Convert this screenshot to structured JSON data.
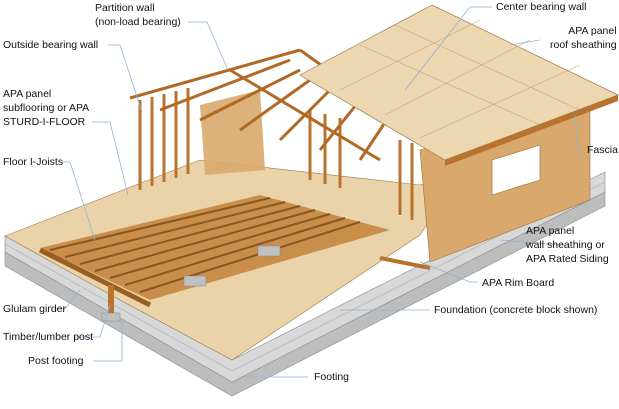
{
  "labels": {
    "partition_wall": [
      "Partition wall",
      "(non-load bearing)"
    ],
    "center_bearing_wall": "Center bearing wall",
    "roof_sheathing": [
      "APA panel",
      "roof sheathing"
    ],
    "outside_bearing_wall": "Outside bearing wall",
    "subflooring": [
      "APA panel",
      "subflooring or APA",
      "STURD-I-FLOOR"
    ],
    "fascia": "Fascia",
    "floor_ijoists": "Floor I-Joists",
    "wall_sheathing": [
      "APA panel",
      "wall sheathing or",
      "APA Rated Siding"
    ],
    "rim_board": "APA Rim Board",
    "foundation": "Foundation (concrete block shown)",
    "glulam_girder": "Glulam girder",
    "timber_post": "Timber/lumber post",
    "post_footing": "Post footing",
    "footing": "Footing"
  },
  "colors": {
    "leader_line": "#8fb3d4",
    "wood_framing": "#b8742e",
    "sheathing": "#ead3a8",
    "wall_sheathing": "#d9a86c",
    "concrete": "#c8c8c8"
  }
}
